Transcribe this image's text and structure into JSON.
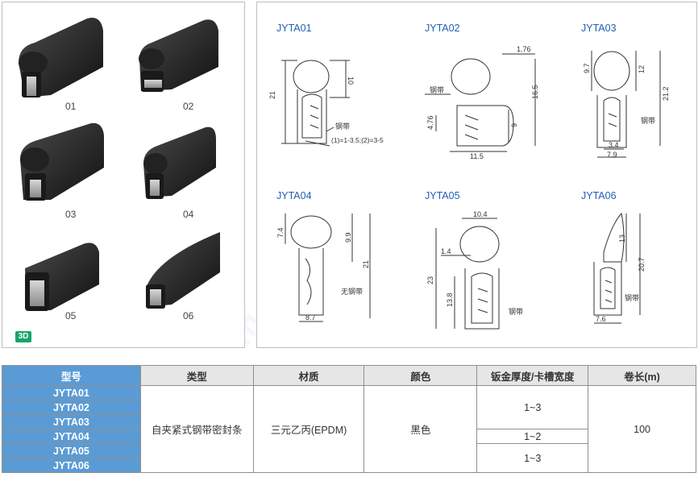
{
  "left_panel": {
    "labels": [
      "01",
      "02",
      "03",
      "04",
      "05",
      "06"
    ],
    "badge": "3D"
  },
  "drawings": {
    "titles": [
      "JYTA01",
      "JYTA02",
      "JYTA03",
      "JYTA04",
      "JYTA05",
      "JYTA06"
    ],
    "jyta01": {
      "d1": "10",
      "d2": "21",
      "note_strip": "钢带",
      "note_range": "(1)=1-3.5;(2)=3-5"
    },
    "jyta02": {
      "d1": "1.76",
      "d2": "16.5",
      "d3": "9",
      "d4": "4.76",
      "d5": "11.5",
      "note_strip": "钢带"
    },
    "jyta03": {
      "d1": "9.7",
      "d2": "12",
      "d3": "21.2",
      "d4": "3.4",
      "d5": "7.9",
      "note_strip": "钢带"
    },
    "jyta04": {
      "d1": "7.4",
      "d2": "9.9",
      "d3": "21",
      "d4": "8.7",
      "note_strip": "无钢带"
    },
    "jyta05": {
      "d1": "10.4",
      "d2": "1.4",
      "d3": "23",
      "d4": "13.8",
      "note_strip": "钢带"
    },
    "jyta06": {
      "d1": "13",
      "d2": "20.7",
      "d3": "7.6",
      "note_strip": "钢带"
    }
  },
  "table": {
    "headers": [
      "型号",
      "类型",
      "材质",
      "颜色",
      "钣金厚度/卡槽宽度",
      "卷长(m)"
    ],
    "models": [
      "JYTA01",
      "JYTA02",
      "JYTA03",
      "JYTA04",
      "JYTA05",
      "JYTA06"
    ],
    "type": "自夹紧式钢带密封条",
    "material": "三元乙丙(EPDM)",
    "color": "黑色",
    "thickness": [
      "1~3",
      "1~2",
      "1~3"
    ],
    "roll_length": "100"
  },
  "colors": {
    "accent": "#5b9bd5",
    "title_blue": "#2360b5",
    "badge_green": "#1aa36a"
  }
}
